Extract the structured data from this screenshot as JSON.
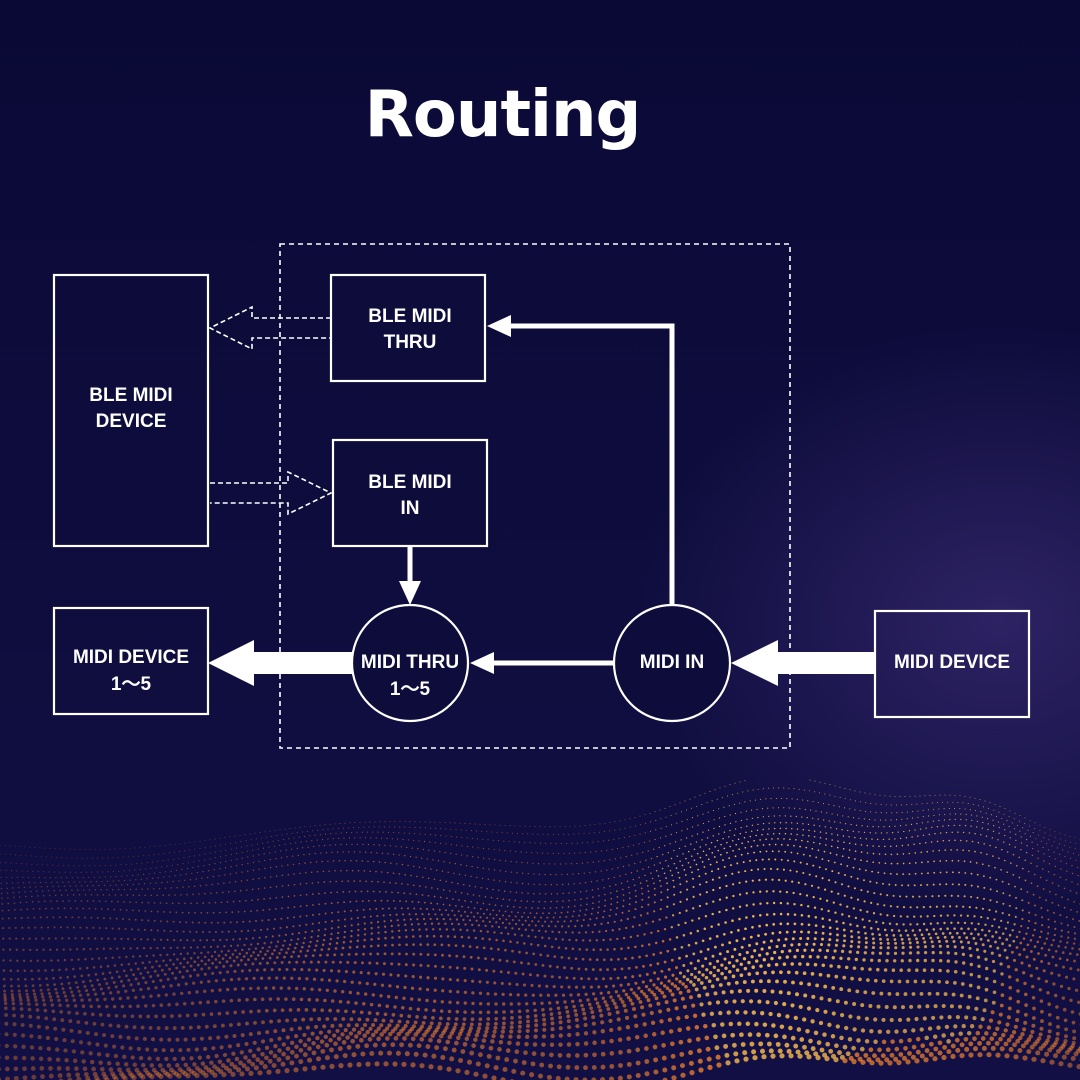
{
  "title": "Routing",
  "colors": {
    "background": "#0b0a3a",
    "line": "#ffffff",
    "wave_orange": "#ff8a2a",
    "wave_yellow": "#ffc04d"
  },
  "nodes": {
    "ble_midi_device": {
      "lines": [
        "BLE MIDI",
        "DEVICE"
      ]
    },
    "ble_midi_thru": {
      "lines": [
        "BLE MIDI",
        "THRU"
      ]
    },
    "ble_midi_in": {
      "lines": [
        "BLE MIDI",
        "IN"
      ]
    },
    "midi_device_out": {
      "lines": [
        "MIDI DEVICE",
        "1～5"
      ]
    },
    "midi_thru": {
      "lines": [
        "MIDI THRU",
        "1～5"
      ]
    },
    "midi_in": {
      "lines": [
        "MIDI IN"
      ]
    },
    "midi_device_in": {
      "lines": [
        "MIDI DEVICE"
      ]
    }
  },
  "edges": [
    {
      "from": "ble_midi_thru",
      "to": "ble_midi_device",
      "style": "dashed-hollow"
    },
    {
      "from": "ble_midi_device",
      "to": "ble_midi_in",
      "style": "dashed-hollow"
    },
    {
      "from": "ble_midi_in",
      "to": "midi_thru",
      "style": "solid"
    },
    {
      "from": "midi_in",
      "to": "ble_midi_thru",
      "style": "solid"
    },
    {
      "from": "midi_in",
      "to": "midi_thru",
      "style": "solid"
    },
    {
      "from": "midi_thru",
      "to": "midi_device_out",
      "style": "thick"
    },
    {
      "from": "midi_device_in",
      "to": "midi_in",
      "style": "thick"
    }
  ]
}
